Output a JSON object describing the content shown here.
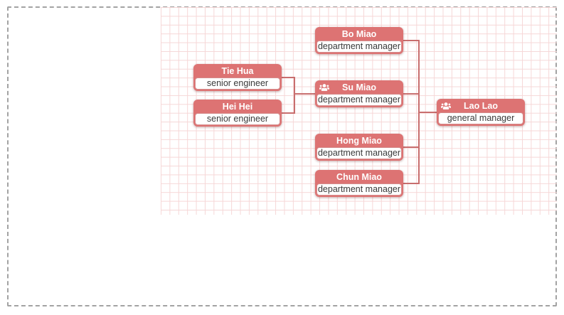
{
  "diagram": {
    "type": "organization-chart",
    "orientation": "right-to-left",
    "root": "Lao Lao",
    "nodes": [
      {
        "name": "Bo Miao",
        "title": "department manager",
        "reports_to": "Lao Lao",
        "icon": null
      },
      {
        "name": "Tie Hua",
        "title": "senior engineer",
        "reports_to": "Su Miao",
        "icon": null
      },
      {
        "name": "Hei Hei",
        "title": "senior engineer",
        "reports_to": "Su Miao",
        "icon": null
      },
      {
        "name": "Su Miao",
        "title": "department manager",
        "reports_to": "Lao Lao",
        "icon": "users-icon"
      },
      {
        "name": "Hong Miao",
        "title": "department manager",
        "reports_to": "Lao Lao",
        "icon": null
      },
      {
        "name": "Chun Miao",
        "title": "department manager",
        "reports_to": "Lao Lao",
        "icon": null
      },
      {
        "name": "Lao Lao",
        "title": "general manager",
        "reports_to": null,
        "icon": "users-icon"
      }
    ],
    "colors": {
      "node_header_bg": "#dd7373",
      "node_header_text": "#ffffff",
      "node_body_bg": "#ffffff",
      "node_body_border": "#d58c8c",
      "node_body_text": "#3a3a3a",
      "connector": "#c86e6e",
      "grid_line": "#f6d7d7",
      "page_border": "#a3a3a3",
      "background": "#ffffff"
    }
  }
}
